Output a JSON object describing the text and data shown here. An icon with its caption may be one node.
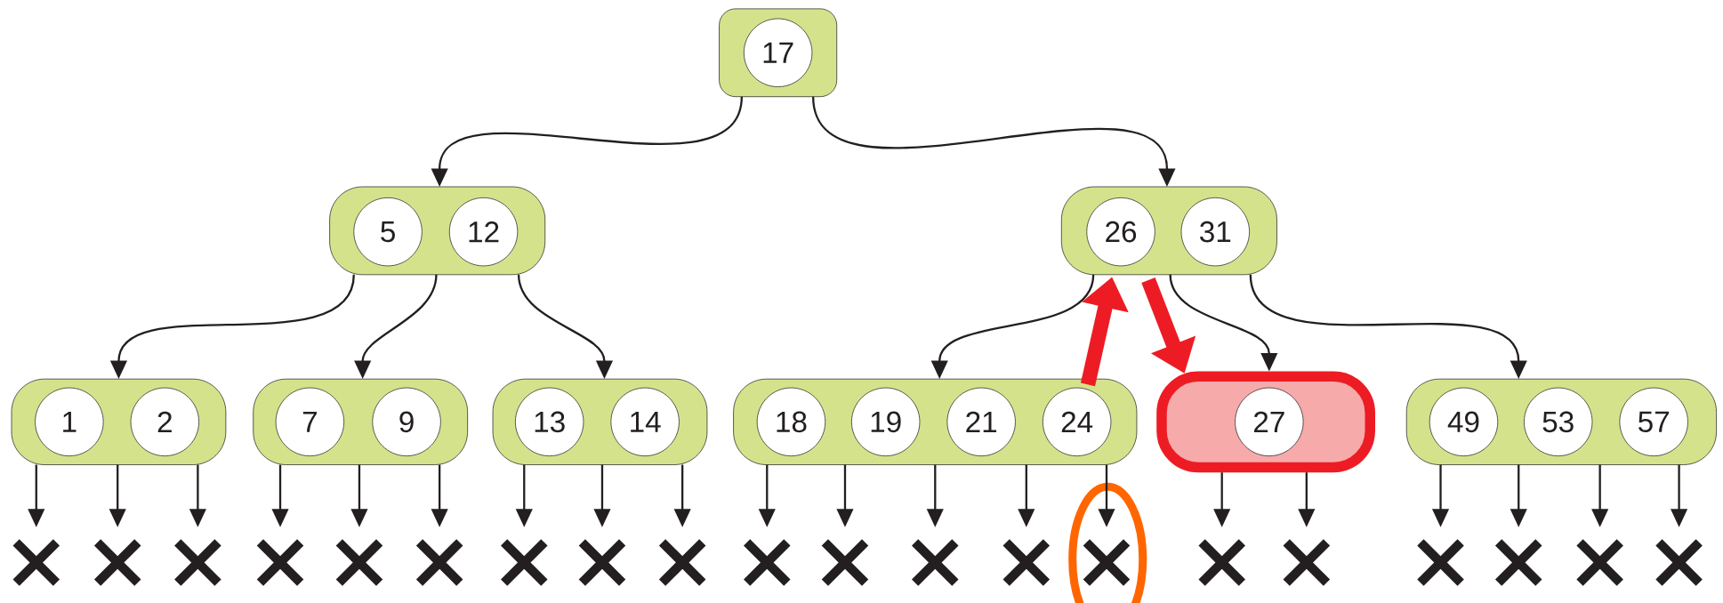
{
  "diagram": {
    "nodes": [
      {
        "text": [],
        "shape": "box"
      },
      {
        "text": [
          "17"
        ],
        "in": 0
      },
      {
        "text": [],
        "shape": "box"
      },
      {
        "text": [
          "5"
        ],
        "in": 2
      },
      {
        "text": [
          "12"
        ],
        "in": 2
      },
      {
        "text": [],
        "shape": "box"
      },
      {
        "text": [
          "26"
        ],
        "in": 5
      },
      {
        "text": [
          "31"
        ],
        "in": 5
      },
      {
        "text": [],
        "shape": "box"
      },
      {
        "text": [
          "1"
        ],
        "in": 8
      },
      {
        "text": [
          "2"
        ],
        "in": 8
      },
      {
        "text": [],
        "shape": "box"
      },
      {
        "text": [
          "7"
        ],
        "in": 11
      },
      {
        "text": [
          "9"
        ],
        "in": 11
      },
      {
        "text": [],
        "shape": "box"
      },
      {
        "text": [
          "13"
        ],
        "in": 14
      },
      {
        "text": [
          "14"
        ],
        "in": 14
      },
      {
        "text": [],
        "shape": "box"
      },
      {
        "text": [
          "18"
        ],
        "in": 17
      },
      {
        "text": [
          "19"
        ],
        "in": 17
      },
      {
        "text": [
          "21"
        ],
        "in": 17
      },
      {
        "text": [
          "24"
        ],
        "in": 17
      },
      {
        "text": [],
        "shape": "box"
      },
      {
        "text": [
          "27"
        ],
        "in": 22
      },
      {
        "text": [],
        "shape": "box"
      },
      {
        "text": [
          "49"
        ],
        "in": 24
      },
      {
        "text": [
          "53"
        ],
        "in": 24
      },
      {
        "text": [
          "57"
        ],
        "in": 24
      },
      {
        "text": [],
        "shape": "ellipse"
      },
      {
        "text": [],
        "shape": "cross"
      },
      {
        "text": [],
        "shape": "cross"
      },
      {
        "text": [],
        "shape": "cross"
      },
      {
        "text": [],
        "shape": "cross"
      },
      {
        "text": [],
        "shape": "cross"
      },
      {
        "text": [],
        "shape": "cross"
      },
      {
        "text": [],
        "shape": "cross"
      },
      {
        "text": [],
        "shape": "cross"
      },
      {
        "text": [],
        "shape": "cross"
      },
      {
        "text": [],
        "shape": "cross"
      },
      {
        "text": [],
        "shape": "cross"
      },
      {
        "text": [],
        "shape": "cross"
      },
      {
        "text": [],
        "shape": "cross"
      },
      {
        "text": [],
        "shape": "cross",
        "in": 28
      },
      {
        "text": [],
        "shape": "cross"
      },
      {
        "text": [],
        "shape": "cross"
      },
      {
        "text": [],
        "shape": "cross"
      },
      {
        "text": [],
        "shape": "cross"
      },
      {
        "text": [],
        "shape": "cross"
      },
      {
        "text": [],
        "shape": "cross"
      }
    ],
    "edges": [
      {
        "from": 0,
        "to": 2,
        "arrow": "to"
      },
      {
        "from": 0,
        "to": 5,
        "arrow": "to"
      },
      {
        "from": 2,
        "to": 8,
        "arrow": "to"
      },
      {
        "from": 2,
        "to": 11,
        "arrow": "to"
      },
      {
        "from": 2,
        "to": 14,
        "arrow": "to"
      },
      {
        "from": 5,
        "to": 17,
        "arrow": "to"
      },
      {
        "from": 5,
        "to": 22,
        "arrow": "to"
      },
      {
        "from": 5,
        "to": 24,
        "arrow": "to"
      },
      {
        "from": 21,
        "to": 6,
        "arrow": "to",
        "style": "thick",
        "color": "#ed1c24"
      },
      {
        "from": 6,
        "to": 22,
        "arrow": "to",
        "style": "thick",
        "color": "#ed1c24"
      },
      {
        "from": 8,
        "to": 29,
        "arrow": "to"
      },
      {
        "from": 8,
        "to": 30,
        "arrow": "to"
      },
      {
        "from": 8,
        "to": 31,
        "arrow": "to"
      },
      {
        "from": 11,
        "to": 32,
        "arrow": "to"
      },
      {
        "from": 11,
        "to": 33,
        "arrow": "to"
      },
      {
        "from": 11,
        "to": 34,
        "arrow": "to"
      },
      {
        "from": 14,
        "to": 35,
        "arrow": "to"
      },
      {
        "from": 14,
        "to": 36,
        "arrow": "to"
      },
      {
        "from": 14,
        "to": 37,
        "arrow": "to"
      },
      {
        "from": 17,
        "to": 38,
        "arrow": "to"
      },
      {
        "from": 17,
        "to": 39,
        "arrow": "to"
      },
      {
        "from": 17,
        "to": 40,
        "arrow": "to"
      },
      {
        "from": 17,
        "to": 41,
        "arrow": "to"
      },
      {
        "from": 17,
        "to": 42,
        "arrow": "to"
      },
      {
        "from": 22,
        "to": 43,
        "arrow": "to"
      },
      {
        "from": 22,
        "to": 44,
        "arrow": "to"
      },
      {
        "from": 24,
        "to": 45,
        "arrow": "to"
      },
      {
        "from": 24,
        "to": 46,
        "arrow": "to"
      },
      {
        "from": 24,
        "to": 47,
        "arrow": "to"
      },
      {
        "from": 24,
        "to": 48,
        "arrow": "to"
      }
    ]
  }
}
